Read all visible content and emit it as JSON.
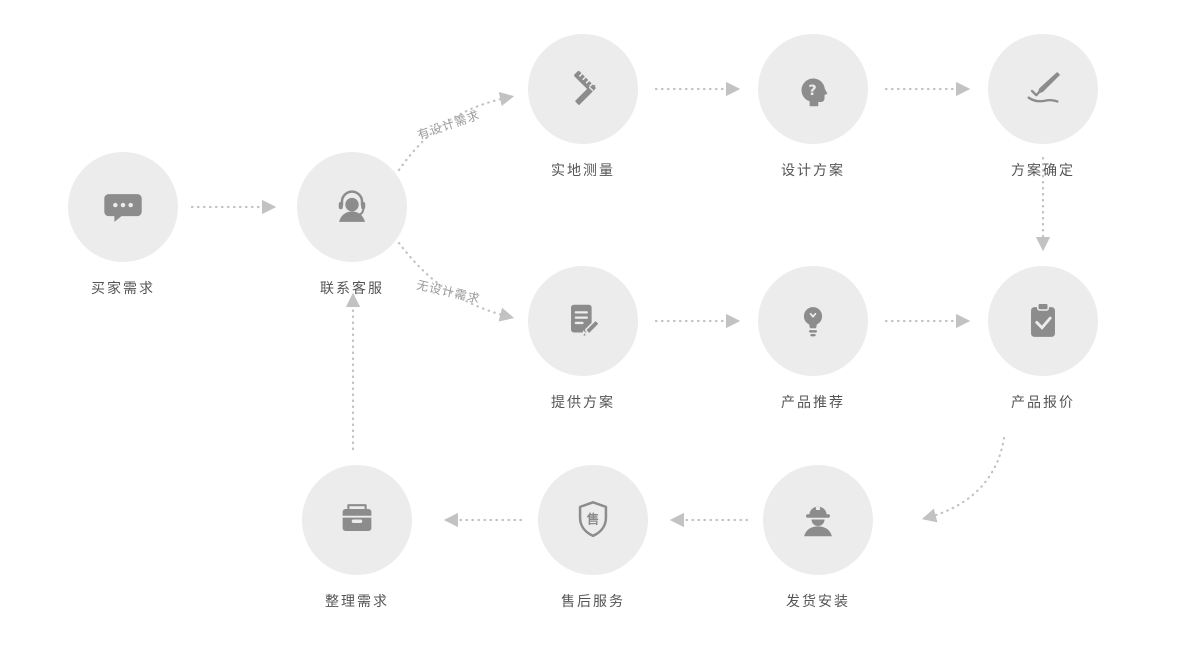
{
  "nodes": [
    {
      "label": "买家需求"
    },
    {
      "label": "联系客服"
    },
    {
      "label": "实地测量"
    },
    {
      "label": "设计方案"
    },
    {
      "label": "方案确定"
    },
    {
      "label": "提供方案"
    },
    {
      "label": "产品推荐"
    },
    {
      "label": "产品报价"
    },
    {
      "label": "发货安装"
    },
    {
      "label": "售后服务"
    },
    {
      "label": "整理需求"
    }
  ],
  "branches": [
    {
      "text": "有设计需求"
    },
    {
      "text": "无设计需求"
    }
  ],
  "icons": {
    "shield_glyph": "售"
  },
  "colors": {
    "page_bg": "#ffffff",
    "circle_bg": "#ececec",
    "icon_color": "#8c8c8c",
    "label_color": "#555555",
    "branch_label_color": "#9a9a9a",
    "arrow_color": "#c2c2c2"
  }
}
